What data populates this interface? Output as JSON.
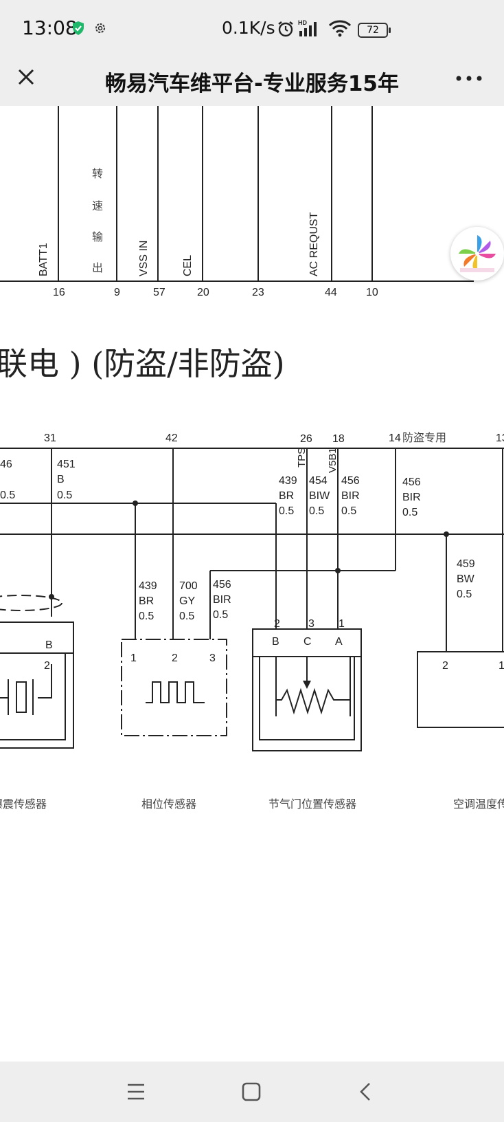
{
  "status_bar": {
    "time": "13:08",
    "network_speed": "0.1K/s",
    "battery_level": "72",
    "icons": [
      "shield-check-icon",
      "settings-gear-icon",
      "alarm-clock-icon",
      "hd-signal-icon",
      "wifi-icon",
      "battery-icon"
    ]
  },
  "title_bar": {
    "title": "畅易汽车维平台-专业服务15年",
    "close_icon": "close-icon",
    "more_icon": "more-dots-icon"
  },
  "diagram_top": {
    "signal_labels": {
      "batt1": "BATT1",
      "speed_out_1": "转",
      "speed_out_2": "速",
      "speed_out_3": "输",
      "speed_out_4": "出",
      "vss_in": "VSS IN",
      "cel": "CEL",
      "ac_request": "AC REQUST"
    },
    "pins": {
      "p16": "16",
      "p9": "9",
      "p57": "57",
      "p20": "20",
      "p23": "23",
      "p44": "44",
      "p10": "10"
    }
  },
  "section_heading": "联电 ) (防盗/非防盗)",
  "diagram_bottom": {
    "pins_top": {
      "p31": "31",
      "p42": "42",
      "p26": "26",
      "p18": "18",
      "p14": "14",
      "anti_theft": "防盗专用",
      "p13": "13"
    },
    "signal_labels": {
      "tps": "TPS",
      "v5b1": "V5B1"
    },
    "wires": {
      "w46_num": "46",
      "w46_size": "0.5",
      "w451_num": "451",
      "w451_color": "B",
      "w451_size": "0.5",
      "w439a_num": "439",
      "w439a_color": "BR",
      "w439a_size": "0.5",
      "w454_num": "454",
      "w454_color": "BIW",
      "w454_size": "0.5",
      "w456a_num": "456",
      "w456a_color": "BIR",
      "w456a_size": "0.5",
      "w456b_num": "456",
      "w456b_color": "BIR",
      "w456b_size": "0.5",
      "w439b_num": "439",
      "w439b_color": "BR",
      "w439b_size": "0.5",
      "w700_num": "700",
      "w700_color": "GY",
      "w700_size": "0.5",
      "w456c_num": "456",
      "w456c_color": "BIR",
      "w456c_size": "0.5",
      "w459_num": "459",
      "w459_color": "BW",
      "w459_size": "0.5"
    },
    "connector_pins": {
      "knock_b": "B",
      "knock_2": "2",
      "phase_1": "1",
      "phase_2": "2",
      "phase_3": "3",
      "tps_2": "2",
      "tps_3": "3",
      "tps_1": "1",
      "tps_b": "B",
      "tps_c": "C",
      "tps_a": "A",
      "ac_2": "2",
      "ac_1": "1"
    },
    "sensor_labels": {
      "knock": "爆震传感器",
      "phase": "相位传感器",
      "throttle": "节气门位置传感器",
      "ac_temp": "空调温度传感器"
    }
  }
}
